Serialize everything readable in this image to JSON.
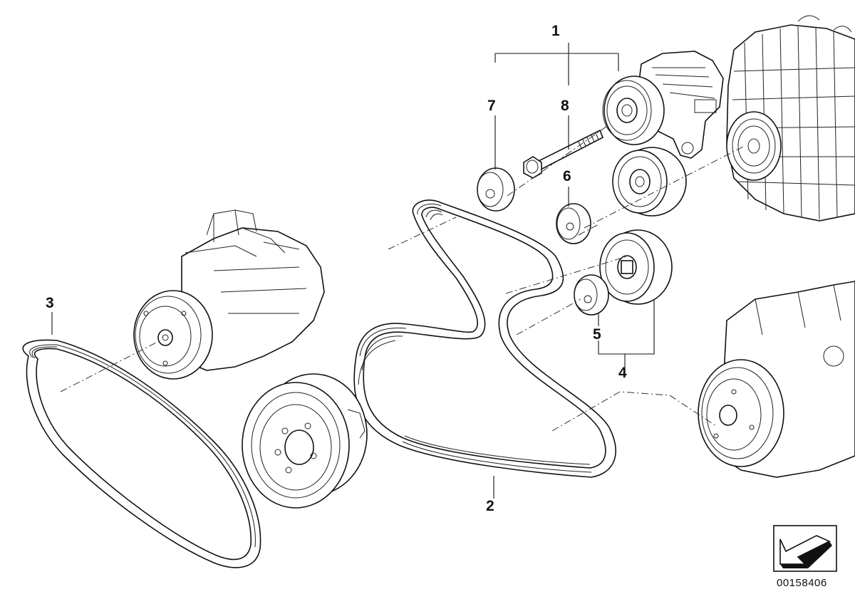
{
  "callouts": {
    "c1": "1",
    "c2": "2",
    "c3": "3",
    "c4": "4",
    "c5": "5",
    "c6": "6",
    "c7": "7",
    "c8": "8"
  },
  "reference_number": "00158406",
  "icons": {
    "direction_indicator": "arrow-box-icon"
  }
}
